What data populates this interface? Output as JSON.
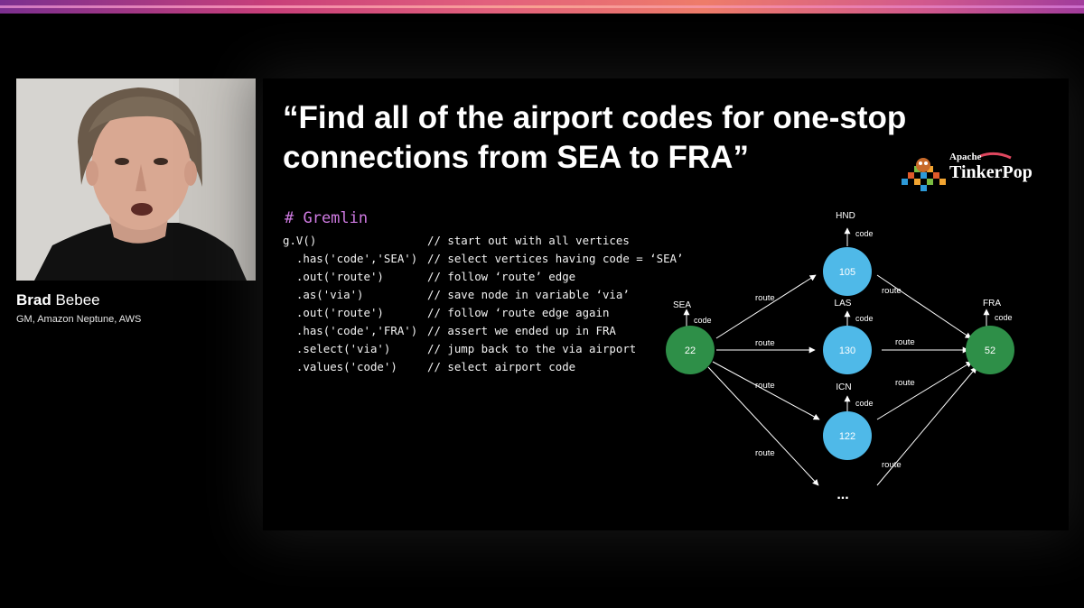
{
  "speaker": {
    "first_name": "Brad",
    "last_name": "Bebee",
    "title": "GM, Amazon Neptune, AWS"
  },
  "slide": {
    "title_line1": "“Find all of the airport codes for one-stop",
    "title_line2": "connections from SEA to FRA”",
    "logo": {
      "top": "Apache",
      "name": "TinkerPop"
    },
    "code_heading": "# Gremlin",
    "code": [
      {
        "code": "g.V()",
        "comment": "// start out with all vertices"
      },
      {
        "code": "  .has('code','SEA')",
        "comment": "// select vertices having code = ‘SEA’"
      },
      {
        "code": "  .out('route')",
        "comment": "// follow ‘route’ edge"
      },
      {
        "code": "  .as('via')",
        "comment": "// save node in variable ‘via’"
      },
      {
        "code": "  .out('route')",
        "comment": "// follow ‘route edge again"
      },
      {
        "code": "  .has('code','FRA')",
        "comment": "// assert we ended up in FRA"
      },
      {
        "code": "  .select('via')",
        "comment": "// jump back to the via airport"
      },
      {
        "code": "  .values('code')",
        "comment": "// select airport code"
      }
    ],
    "graph": {
      "nodes": {
        "sea": {
          "id": "22",
          "label": "SEA",
          "prop": "code",
          "color": "#2e8f48"
        },
        "hnd": {
          "id": "105",
          "label": "HND",
          "prop": "code",
          "color": "#4fb9e8"
        },
        "las": {
          "id": "130",
          "label": "LAS",
          "prop": "code",
          "color": "#4fb9e8"
        },
        "icn": {
          "id": "122",
          "label": "ICN",
          "prop": "code",
          "color": "#4fb9e8"
        },
        "fra": {
          "id": "52",
          "label": "FRA",
          "prop": "code",
          "color": "#2e8f48"
        },
        "more": {
          "label": "..."
        }
      },
      "edge_label": "route"
    }
  }
}
